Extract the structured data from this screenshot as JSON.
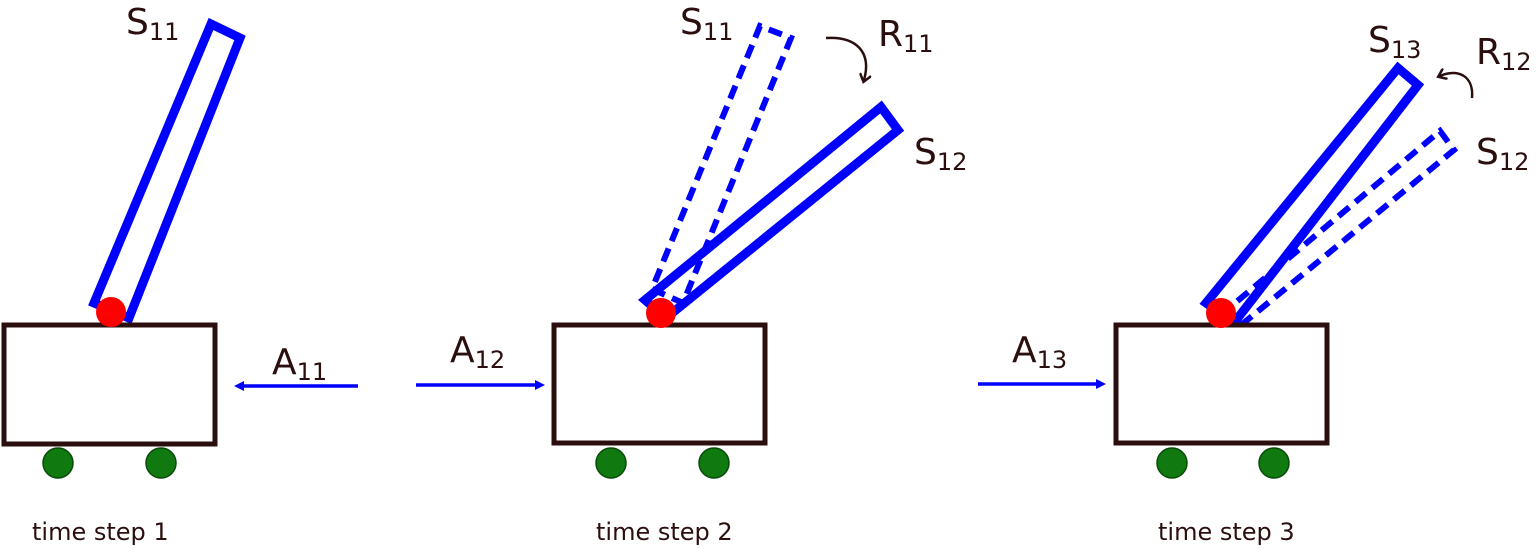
{
  "colors": {
    "cart": "#2b0f0f",
    "pole": "#0000ff",
    "joint": "#ff0000",
    "wheel": "#107a10",
    "wheel_outline": "#0a4a0a",
    "label": "#2b0f0f",
    "arrow": "#0000ff"
  },
  "panels": [
    {
      "caption": "time step 1",
      "action": {
        "base": "A",
        "sub": "11",
        "direction": "left"
      },
      "poles": [
        {
          "style": "solid",
          "label": {
            "base": "S",
            "sub": "11"
          }
        }
      ]
    },
    {
      "caption": "time step 2",
      "action": {
        "base": "A",
        "sub": "12",
        "direction": "right"
      },
      "poles": [
        {
          "style": "dashed",
          "label": {
            "base": "S",
            "sub": "11"
          }
        },
        {
          "style": "solid",
          "label": {
            "base": "S",
            "sub": "12"
          }
        }
      ],
      "rotation": {
        "base": "R",
        "sub": "11",
        "direction": "clockwise"
      }
    },
    {
      "caption": "time step 3",
      "action": {
        "base": "A",
        "sub": "13",
        "direction": "right"
      },
      "poles": [
        {
          "style": "dashed",
          "label": {
            "base": "S",
            "sub": "12"
          }
        },
        {
          "style": "solid",
          "label": {
            "base": "S",
            "sub": "13"
          }
        }
      ],
      "rotation": {
        "base": "R",
        "sub": "12",
        "direction": "counterclockwise"
      }
    }
  ]
}
